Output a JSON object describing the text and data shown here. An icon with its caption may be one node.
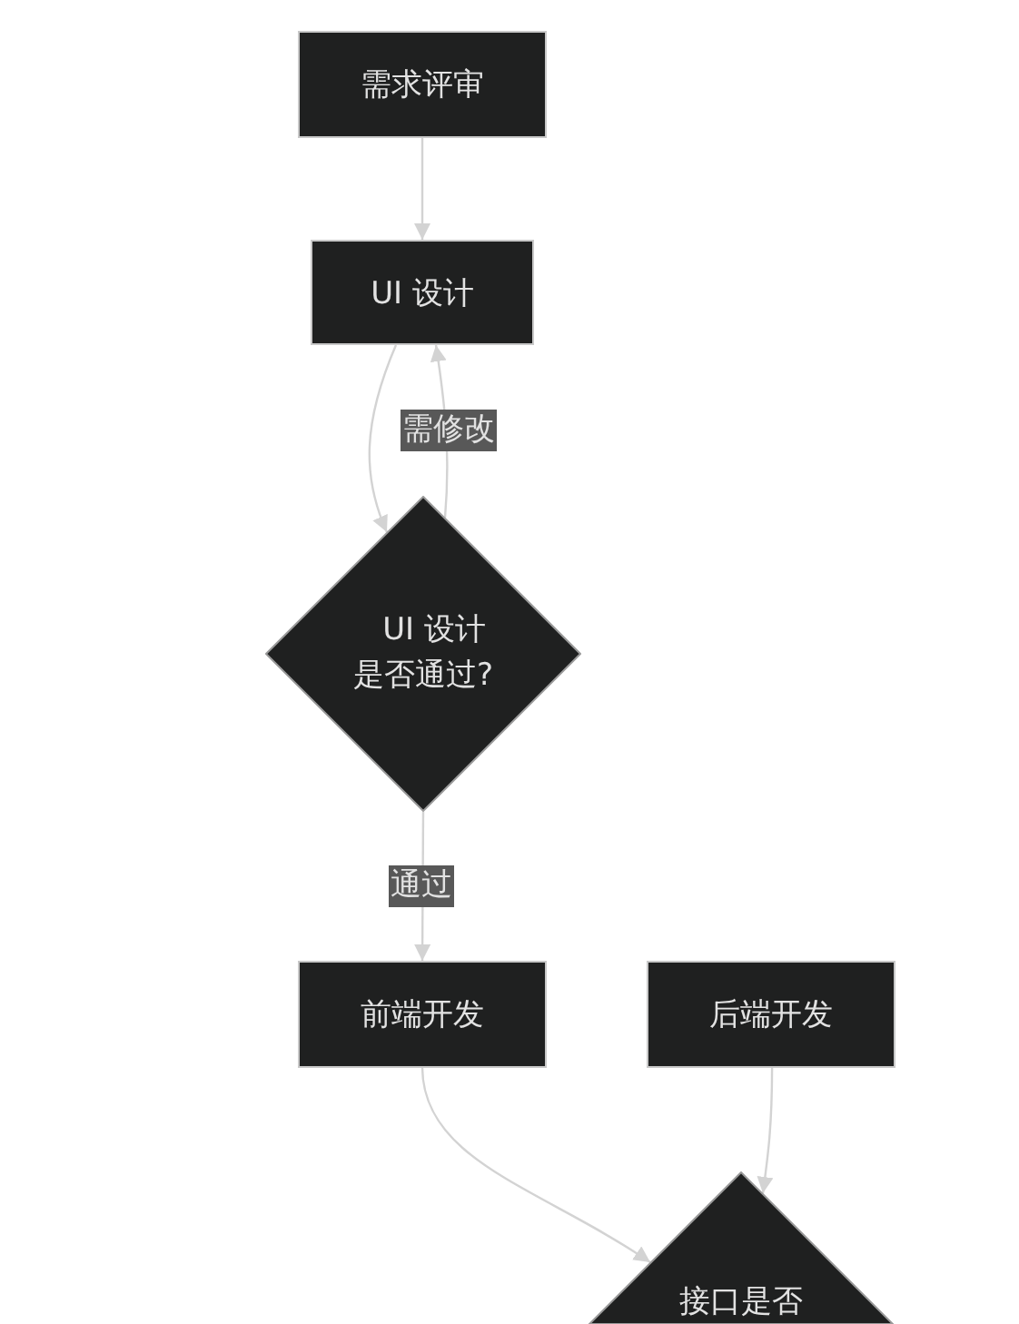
{
  "diagram": {
    "nodes": [
      {
        "text": [
          "需求评审"
        ]
      },
      {
        "text": [
          "UI 设计"
        ]
      },
      {
        "text": [
          "UI 设计是否通过?"
        ]
      },
      {
        "text": [
          "前端开发"
        ]
      },
      {
        "text": [
          "后端开发"
        ]
      },
      {
        "text": [
          "接口是否"
        ]
      }
    ],
    "edges": [
      {
        "from": 0,
        "to": 1,
        "arrow": "to"
      },
      {
        "from": 1,
        "to": 2,
        "arrow": "to"
      },
      {
        "from": 2,
        "to": 1,
        "arrow": "to",
        "label": "需修改"
      },
      {
        "from": 2,
        "to": 3,
        "arrow": "to",
        "label": "通过"
      },
      {
        "from": 3,
        "to": 5,
        "arrow": "to"
      },
      {
        "from": 4,
        "to": 5,
        "arrow": "to"
      }
    ]
  }
}
